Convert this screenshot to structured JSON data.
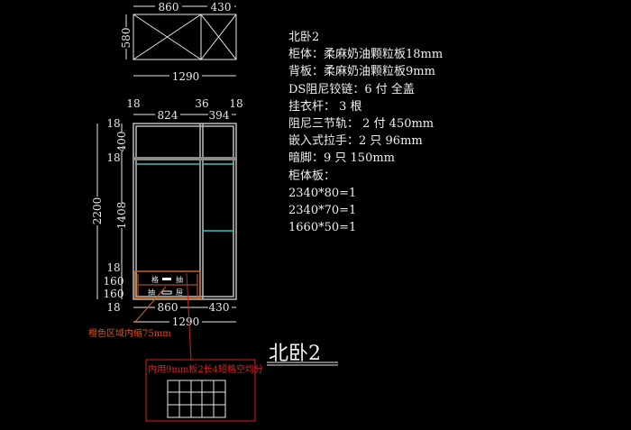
{
  "plan_view": {
    "dims": {
      "left_width": "860",
      "right_width": "430",
      "depth": "580",
      "total_width": "1290"
    }
  },
  "elevation": {
    "top_dims": [
      "18",
      "824",
      "36",
      "394",
      "18"
    ],
    "left_dims": [
      "18",
      "400",
      "18",
      "1408",
      "18",
      "160",
      "160",
      "18"
    ],
    "height": "2200",
    "bottom_dims": {
      "left_width": "860",
      "right_width": "430",
      "total_width": "1290"
    },
    "drawer_labels": [
      "格",
      "抽",
      "抽",
      "屉"
    ]
  },
  "annotations": {
    "orange_note": "橙色区域内缩75mm",
    "red_note": "内用9mm板2长4短格空均分"
  },
  "title": "北卧2",
  "specs": [
    "北卧2",
    "柜体：柔麻奶油颗粒板18mm",
    "背板：柔麻奶油颗粒板9mm",
    "DS阻尼铰链：6 付 全盖",
    "挂衣杆： 3 根",
    "阻尼三节轨： 2 付 450mm",
    "嵌入式拉手：2 只 96mm",
    "暗脚：9 只  150mm",
    "柜体板：",
    "2340*80=1",
    "2340*70=1",
    "1660*50=1"
  ],
  "colors": {
    "background": "#000000",
    "line": "#e8e8e8",
    "rod": "#40c0c0",
    "drawer": "#c86420",
    "note_orange": "#e0501c",
    "note_red": "#e02020"
  }
}
